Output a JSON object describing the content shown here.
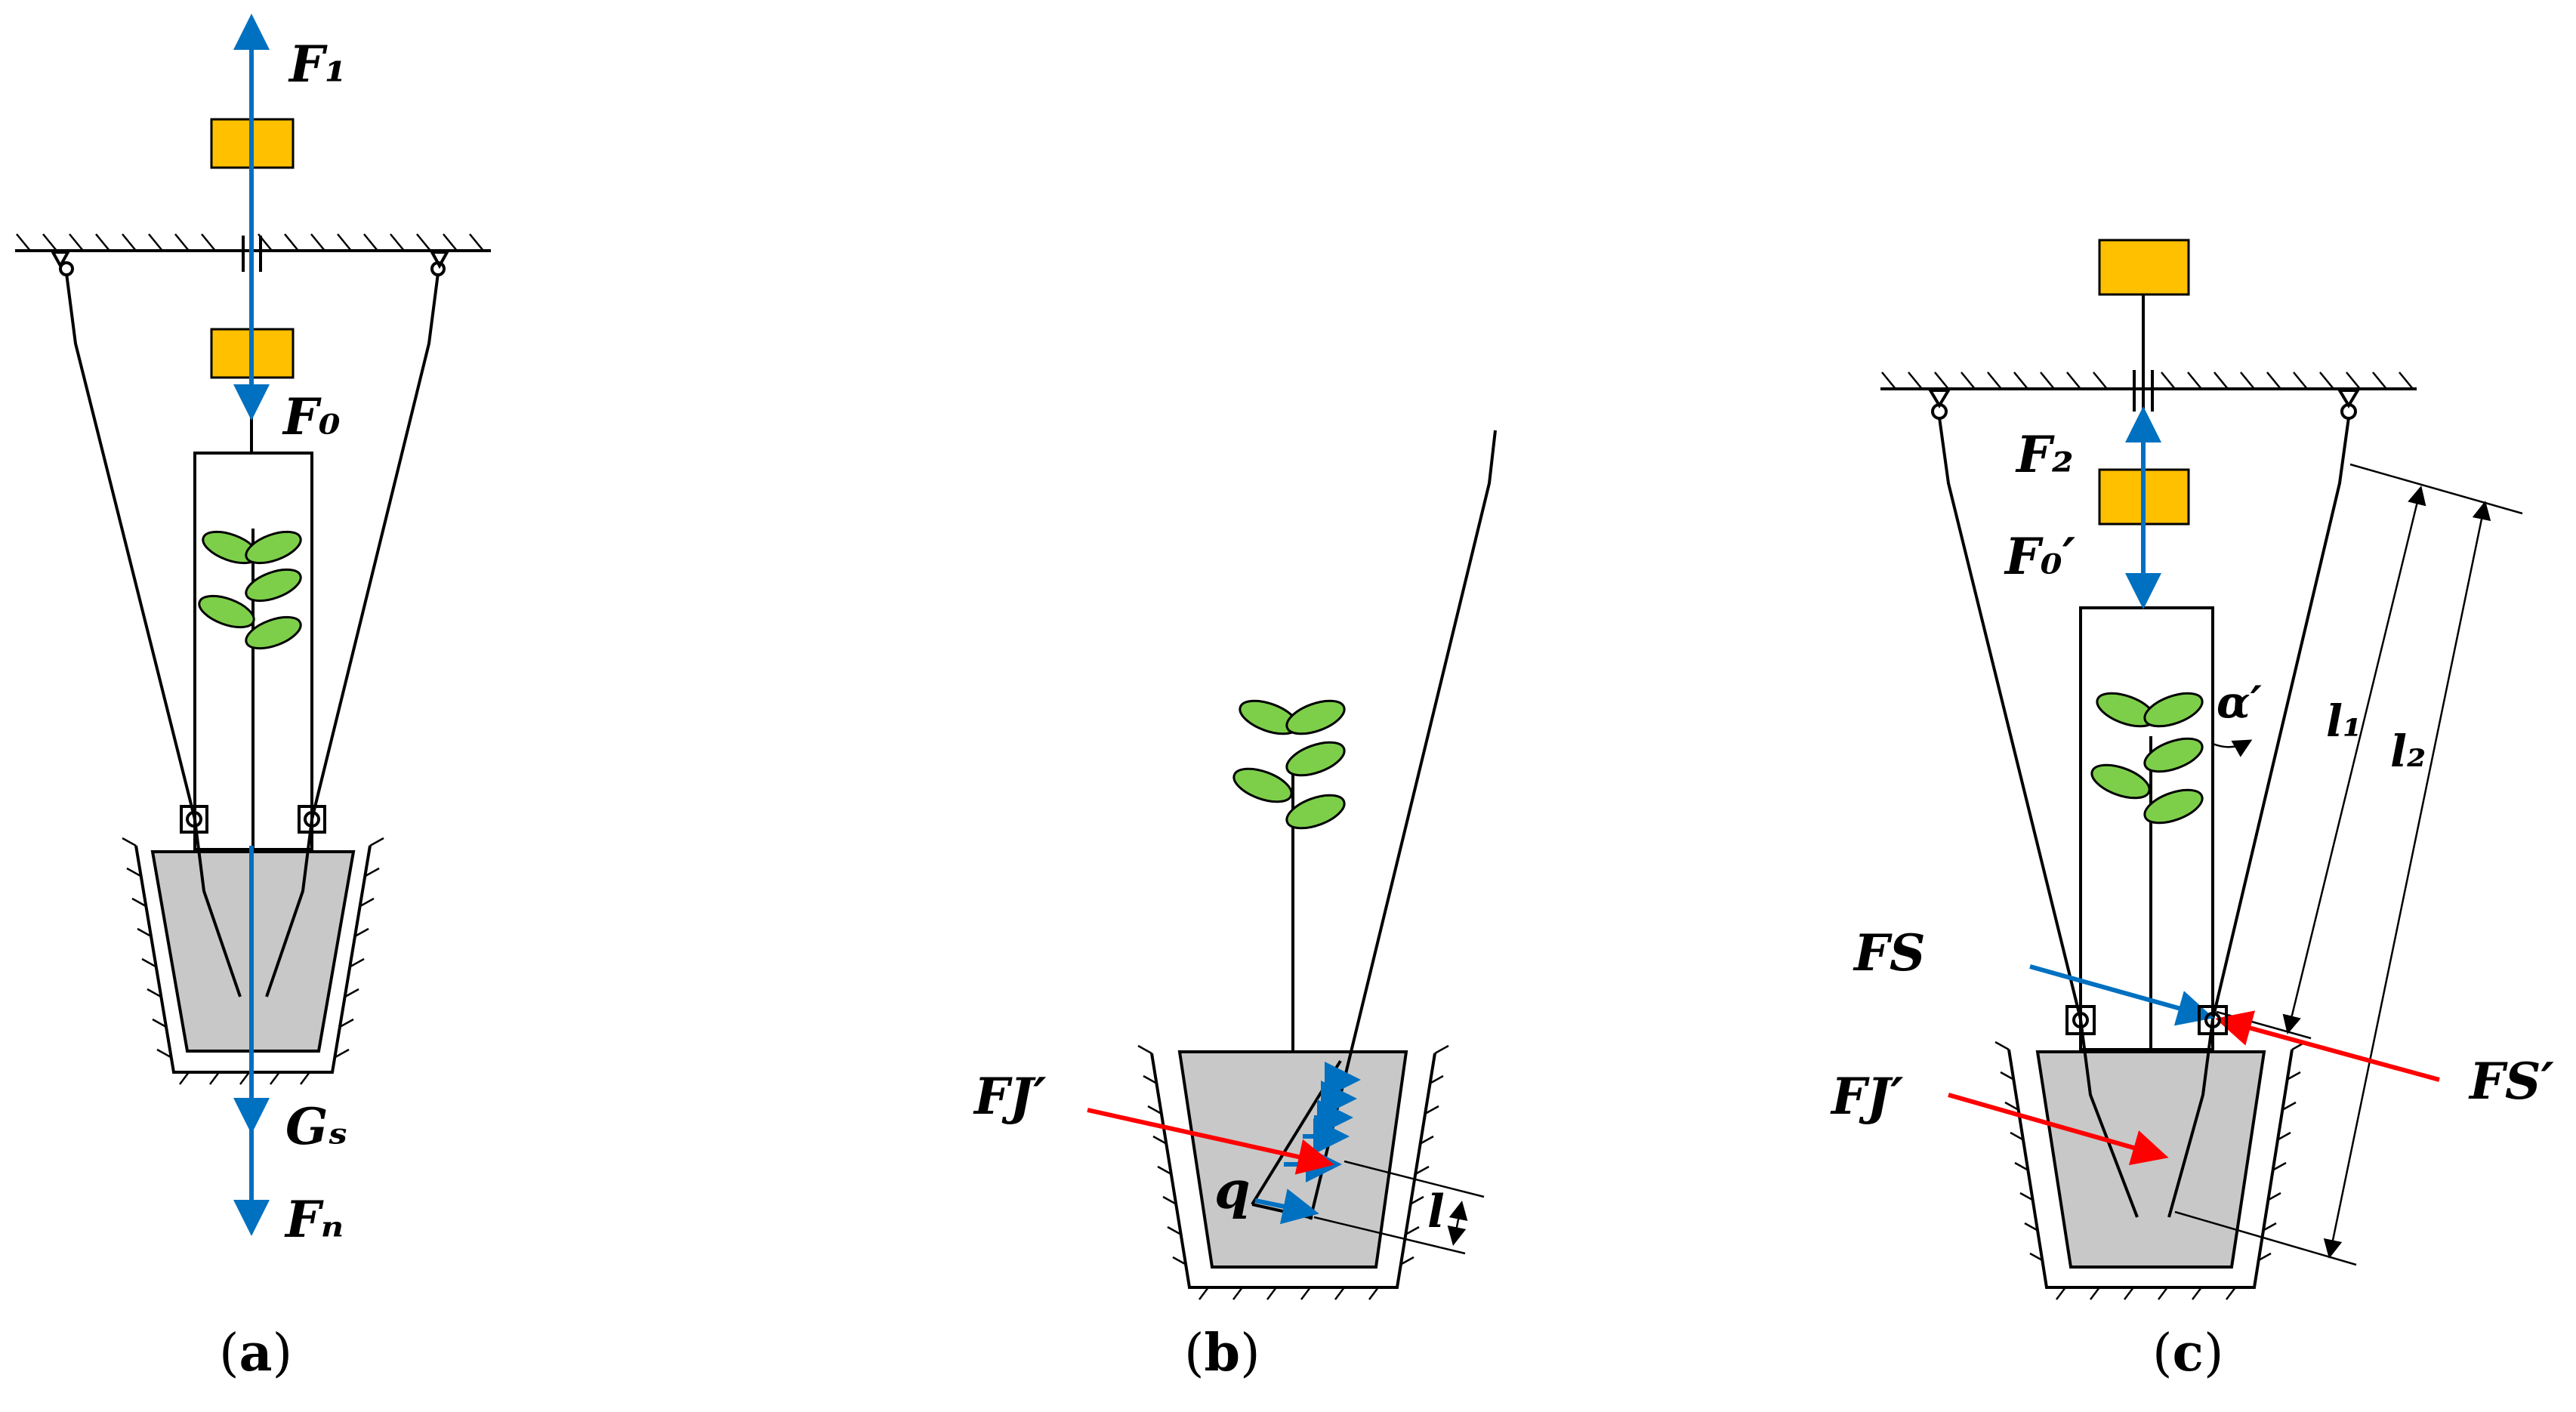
{
  "panels": [
    {
      "caption_open": "(",
      "caption_letter": "a",
      "caption_close": ")",
      "labels": {
        "f1": "F₁",
        "f0": "F₀",
        "gs": "Gₛ",
        "fn": "Fₙ"
      }
    },
    {
      "caption_open": "(",
      "caption_letter": "b",
      "caption_close": ")",
      "labels": {
        "fj": "FJ′",
        "q": "q",
        "l": "l"
      }
    },
    {
      "caption_open": "(",
      "caption_letter": "c",
      "caption_close": ")",
      "labels": {
        "f2": "F₂",
        "f0p": "F₀′",
        "fs": "FS",
        "fsp": "FS′",
        "fj": "FJ′",
        "alpha": "α′",
        "l1": "l₁",
        "l2": "l₂"
      }
    }
  ],
  "colors": {
    "force_blue": "#0070C0",
    "force_red": "#FF0000",
    "block": "#FFC000",
    "leaf": "#7DCF4A",
    "soil": "#C8C8C8"
  }
}
